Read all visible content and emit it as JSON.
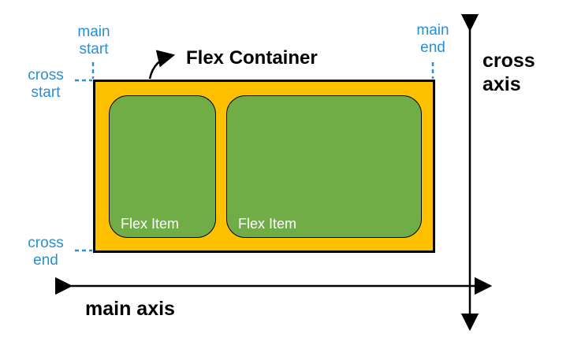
{
  "diagram": {
    "container_label": "Flex Container",
    "item_labels": [
      "Flex Item",
      "Flex Item"
    ],
    "axes": {
      "main_axis_label": "main axis",
      "cross_axis_label": "cross axis"
    },
    "markers": {
      "main_start": "main start",
      "main_end": "main end",
      "cross_start": "cross start",
      "cross_end": "cross end"
    },
    "colors": {
      "container_fill": "#ffc000",
      "item_fill": "#70ad47",
      "marker_text": "#2a8fd0",
      "outline": "#000000"
    }
  }
}
